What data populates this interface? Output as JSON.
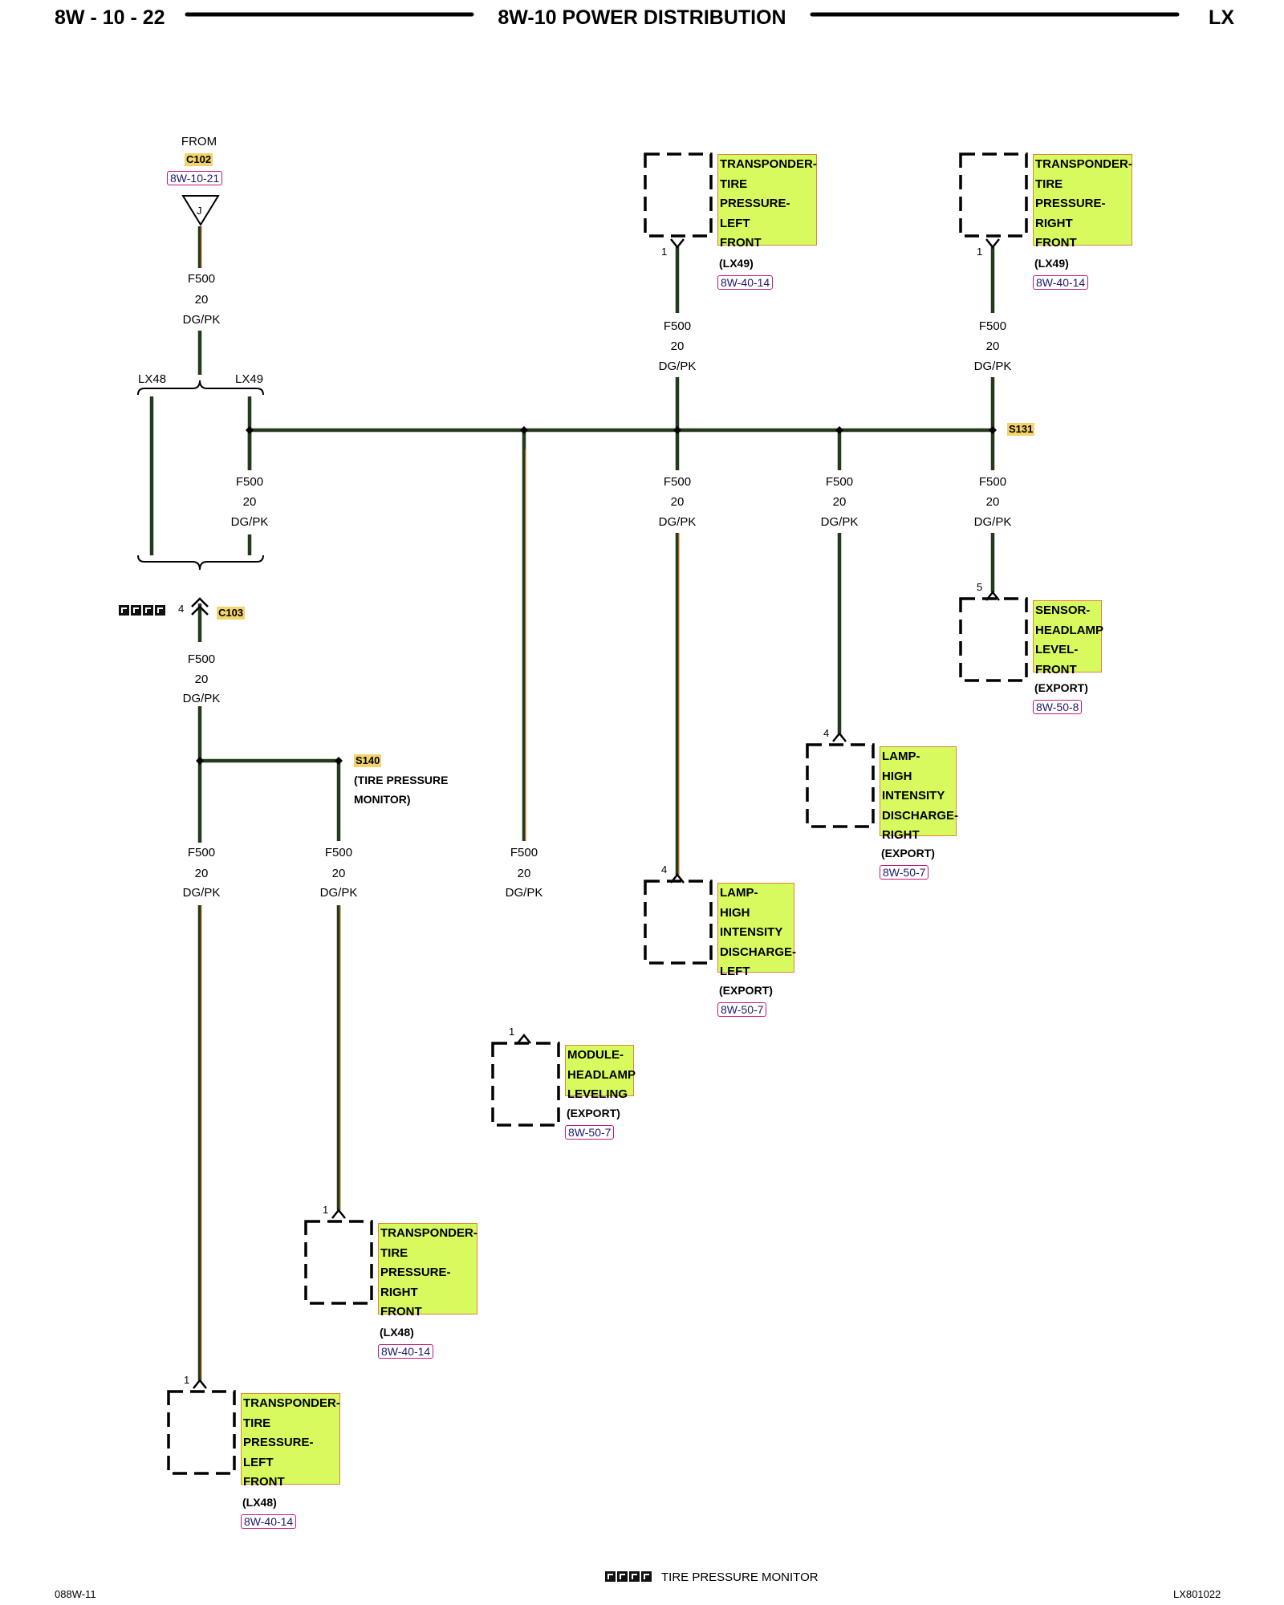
{
  "header": {
    "page_id": "8W - 10 - 22",
    "title": "8W-10 POWER DISTRIBUTION",
    "model": "LX"
  },
  "footer": {
    "left_code": "088W-11",
    "right_code": "LX801022",
    "legend_text": "TIRE PRESSURE MONITOR"
  },
  "wire": {
    "circuit": "F500",
    "gauge": "20",
    "color": "DG/PK"
  },
  "source": {
    "from": "FROM",
    "connector": "C102",
    "ref": "8W-10-21",
    "cavity": "J"
  },
  "branch_labels": {
    "left": "LX48",
    "right": "LX49"
  },
  "c103": {
    "name": "C103",
    "pin": "4"
  },
  "s140": {
    "name": "S140",
    "desc1": "(TIRE PRESSURE",
    "desc2": "MONITOR)"
  },
  "s131": {
    "name": "S131"
  },
  "components": [
    {
      "lines": [
        "TRANSPONDER-",
        "TIRE",
        "PRESSURE-",
        "LEFT",
        "FRONT"
      ],
      "pin": "1",
      "variant": "(LX49)",
      "ref": "8W-40-14"
    },
    {
      "lines": [
        "TRANSPONDER-",
        "TIRE",
        "PRESSURE-",
        "RIGHT",
        "FRONT"
      ],
      "pin": "1",
      "variant": "(LX49)",
      "ref": "8W-40-14"
    },
    {
      "lines": [
        "SENSOR-",
        "HEADLAMP",
        "LEVEL-",
        "FRONT"
      ],
      "pin": "5",
      "variant": "(EXPORT)",
      "ref": "8W-50-8"
    },
    {
      "lines": [
        "LAMP-",
        "HIGH",
        "INTENSITY",
        "DISCHARGE-",
        "RIGHT"
      ],
      "pin": "4",
      "variant": "(EXPORT)",
      "ref": "8W-50-7"
    },
    {
      "lines": [
        "LAMP-",
        "HIGH",
        "INTENSITY",
        "DISCHARGE-",
        "LEFT"
      ],
      "pin": "4",
      "variant": "(EXPORT)",
      "ref": "8W-50-7"
    },
    {
      "lines": [
        "MODULE-",
        "HEADLAMP",
        "LEVELING"
      ],
      "pin": "1",
      "variant": "(EXPORT)",
      "ref": "8W-50-7"
    },
    {
      "lines": [
        "TRANSPONDER-",
        "TIRE",
        "PRESSURE-",
        "RIGHT",
        "FRONT"
      ],
      "pin": "1",
      "variant": "(LX48)",
      "ref": "8W-40-14"
    },
    {
      "lines": [
        "TRANSPONDER-",
        "TIRE",
        "PRESSURE-",
        "LEFT",
        "FRONT"
      ],
      "pin": "1",
      "variant": "(LX48)",
      "ref": "8W-40-14"
    }
  ]
}
